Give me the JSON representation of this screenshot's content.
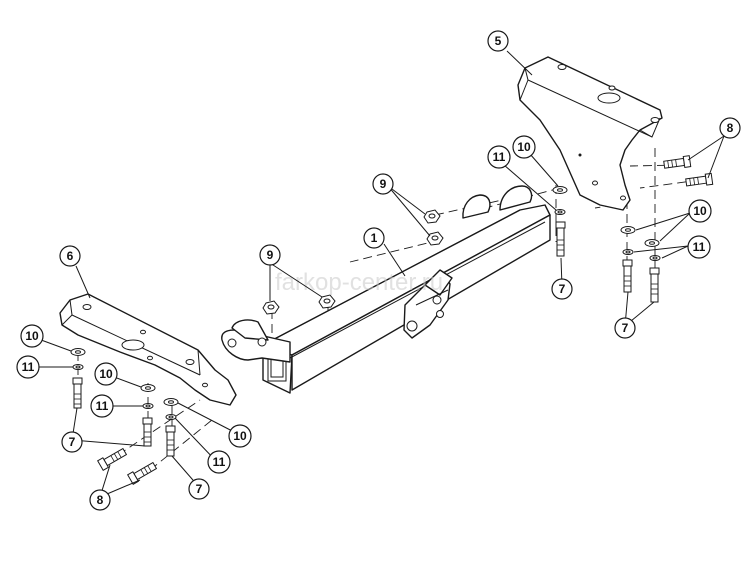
{
  "watermark": "farkop-center.ru",
  "callouts": [
    {
      "id": "c1",
      "label": "1"
    },
    {
      "id": "c5",
      "label": "5"
    },
    {
      "id": "c6",
      "label": "6"
    },
    {
      "id": "c7a",
      "label": "7"
    },
    {
      "id": "c7b",
      "label": "7"
    },
    {
      "id": "c7c",
      "label": "7"
    },
    {
      "id": "c7d",
      "label": "7"
    },
    {
      "id": "c8a",
      "label": "8"
    },
    {
      "id": "c8b",
      "label": "8"
    },
    {
      "id": "c9a",
      "label": "9"
    },
    {
      "id": "c9b",
      "label": "9"
    },
    {
      "id": "c10a",
      "label": "10"
    },
    {
      "id": "c10b",
      "label": "10"
    },
    {
      "id": "c10c",
      "label": "10"
    },
    {
      "id": "c10d",
      "label": "10"
    },
    {
      "id": "c10e",
      "label": "10"
    },
    {
      "id": "c11a",
      "label": "11"
    },
    {
      "id": "c11b",
      "label": "11"
    },
    {
      "id": "c11c",
      "label": "11"
    },
    {
      "id": "c11d",
      "label": "11"
    },
    {
      "id": "c11e",
      "label": "11"
    }
  ]
}
